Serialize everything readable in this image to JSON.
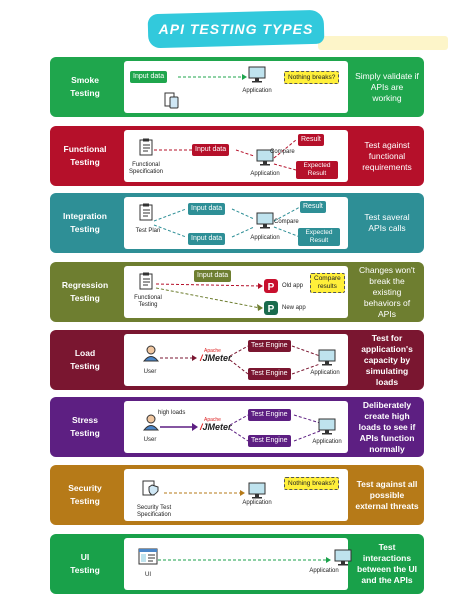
{
  "title": "API TESTING TYPES",
  "colors": {
    "smoke": "#1fa64d",
    "functional": "#b5102a",
    "integration": "#2e8f96",
    "regression": "#6e7e30",
    "load": "#7a1630",
    "stress": "#5d1f82",
    "security": "#b67a18",
    "ui": "#19a14a",
    "title_bg": "#32c9dc",
    "note": "#ffef3a"
  },
  "rows": {
    "smoke": {
      "label": [
        "Smoke",
        "Testing"
      ],
      "input": "Input data",
      "app": "Application",
      "note": "Nothing breaks?",
      "desc": "Simply validate if APIs are working"
    },
    "functional": {
      "label": [
        "Functional",
        "Testing"
      ],
      "spec": [
        "Functional",
        "Specification"
      ],
      "input": "Input data",
      "app": "Application",
      "compare": "Compare",
      "result": "Result",
      "expected": [
        "Expected",
        "Result"
      ],
      "desc": "Test against functional requirements"
    },
    "integration": {
      "label": [
        "Integration",
        "Testing"
      ],
      "plan": "Test Plan",
      "input1": "Input data",
      "input2": "Input data",
      "app": "Application",
      "compare": "Compare",
      "result": "Result",
      "expected": [
        "Expected",
        "Result"
      ],
      "desc": "Test saveral APIs calls"
    },
    "regression": {
      "label": [
        "Regression",
        "Testing"
      ],
      "spec": [
        "Functional",
        "Testing"
      ],
      "input": "Input data",
      "old": "Old app",
      "new": "New app",
      "compare": [
        "Compare",
        "results"
      ],
      "desc": "Changes won't break the existing behaviors of APIs"
    },
    "load": {
      "label": [
        "Load",
        "Testing"
      ],
      "user": "User",
      "jmeter": "JMeter",
      "apache": "Apache",
      "engine1": "Test Engine",
      "engine2": "Test Engine",
      "app": "Application",
      "desc": "Test for application's capacity by simulating loads"
    },
    "stress": {
      "label": [
        "Stress",
        "Testing"
      ],
      "user": "User",
      "high_loads": "high loads",
      "jmeter": "JMeter",
      "apache": "Apache",
      "engine1": "Test Engine",
      "engine2": "Test Engine",
      "app": "Application",
      "desc": "Deliberately create high loads to see if APIs function normally"
    },
    "security": {
      "label": [
        "Security",
        "Testing"
      ],
      "spec": [
        "Security Test",
        "Specification"
      ],
      "app": "Application",
      "note": "Nothing breaks?",
      "desc": "Test against all possible external threats"
    },
    "ui": {
      "label": [
        "UI",
        "Testing"
      ],
      "ui": "UI",
      "app": "Application",
      "desc": "Test interactions between the UI and the APIs"
    }
  }
}
